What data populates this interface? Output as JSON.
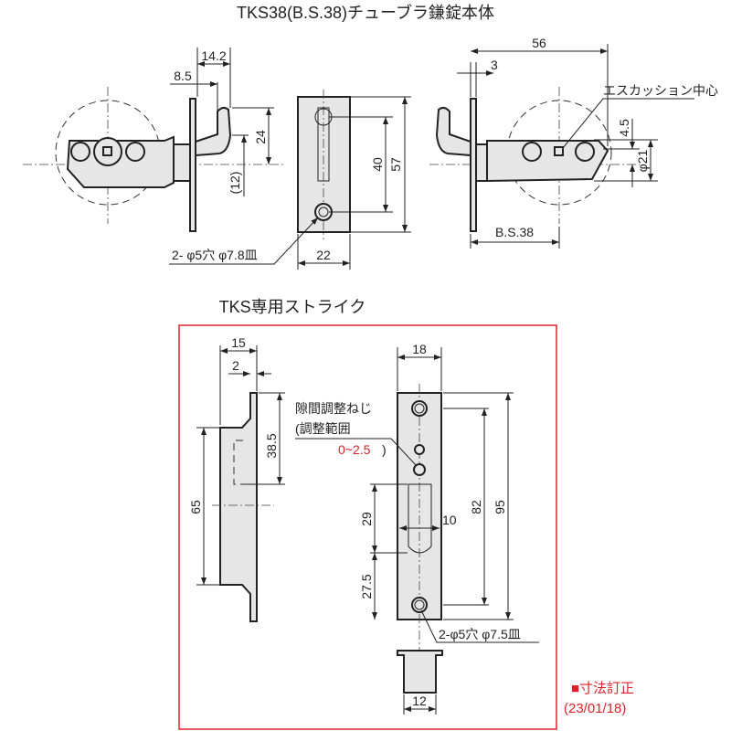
{
  "titles": {
    "body": "TKS38(B.S.38)チューブラ鎌錠本体",
    "strike": "TKS専用ストライク"
  },
  "body_dims": {
    "d14_2": "14.2",
    "d8_5": "8.5",
    "d24": "24",
    "d12": "(12)",
    "d40": "40",
    "d57": "57",
    "d22": "22",
    "hole_note": "2- φ5穴 φ7.8皿",
    "d56": "56",
    "d3": "3",
    "d4_5": "4.5",
    "d21": "φ21",
    "bs38": "B.S.38",
    "escutcheon": "エスカッション中心"
  },
  "strike_dims": {
    "d15": "15",
    "d2": "2",
    "d38_5": "38.5",
    "d65": "65",
    "d18": "18",
    "d82": "82",
    "d95": "95",
    "d29": "29",
    "d10": "10",
    "d27_5": "27.5",
    "d12": "12",
    "screw_note_1": "隙間調整ねじ",
    "screw_note_2": "(調整範囲",
    "screw_range": "0~2.5",
    "screw_close": ")",
    "hole_note": "2-φ5穴 φ7.5皿"
  },
  "revision": {
    "label": "■寸法訂正",
    "date": "(23/01/18)"
  },
  "colors": {
    "red": "#e0202a",
    "line": "#222222",
    "fill": "#e6e6e6"
  }
}
